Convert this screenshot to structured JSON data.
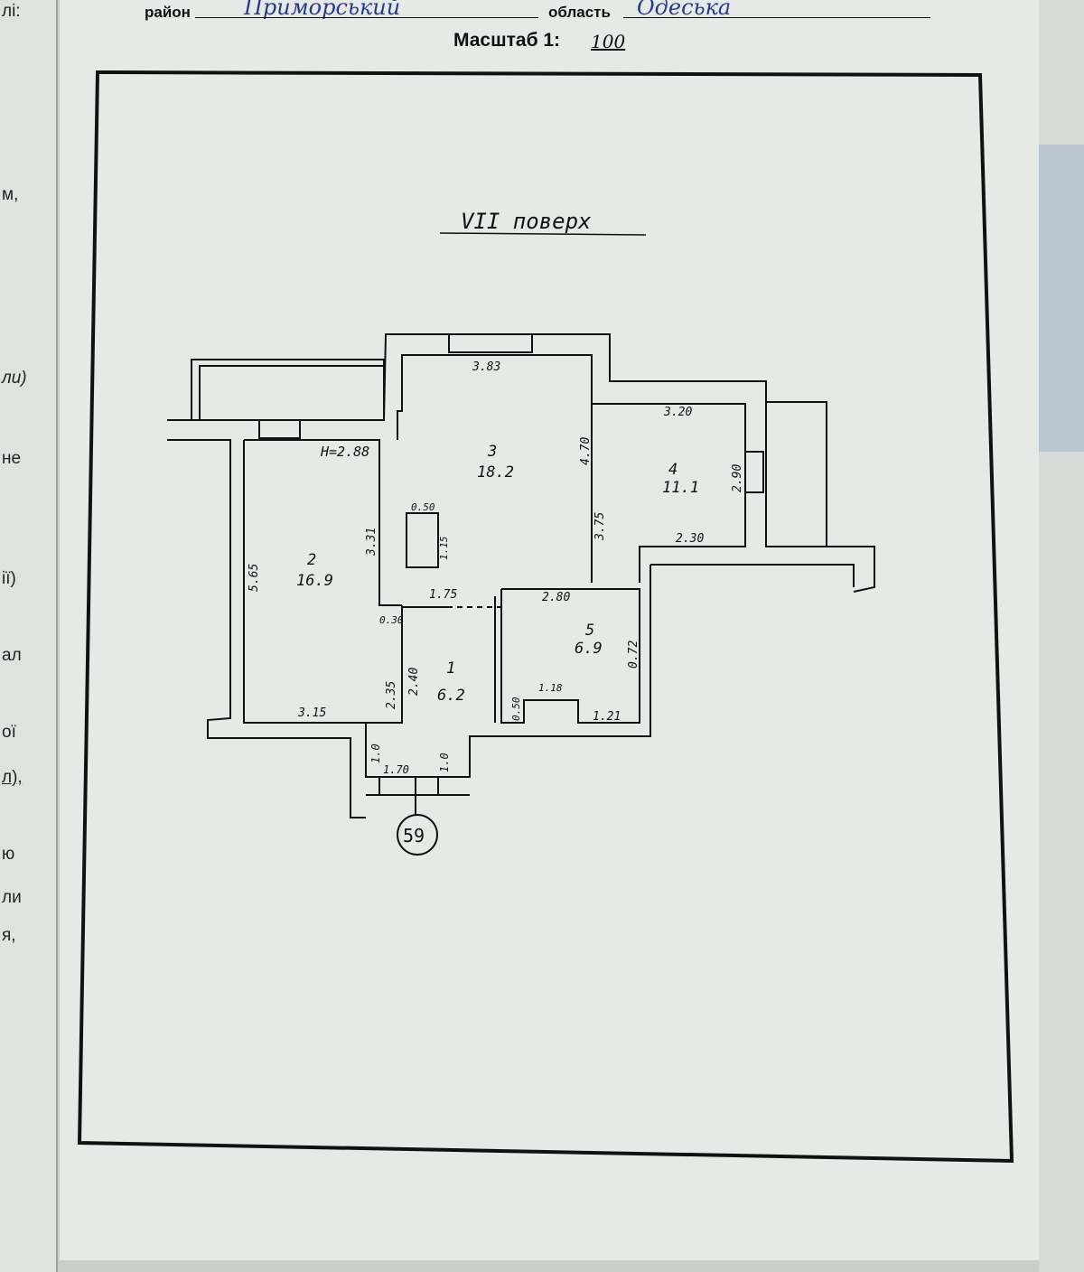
{
  "left_page_fragments": [
    "лі:",
    "м,",
    "ли)",
    "не",
    "ії)",
    "ал",
    "ої",
    "л),",
    "ю",
    "ли",
    "я,"
  ],
  "header": {
    "district_label": "район",
    "district_value": "Приморський",
    "region_label": "область",
    "region_value": "Одеська",
    "scale_label": "Масштаб 1:",
    "scale_value": "100"
  },
  "plan": {
    "floor_title": "VII поверх",
    "ceiling_height": "H=2.88",
    "rooms": [
      {
        "number": "1",
        "area": "6.2"
      },
      {
        "number": "2",
        "area": "16.9"
      },
      {
        "number": "3",
        "area": "18.2"
      },
      {
        "number": "4",
        "area": "11.1"
      },
      {
        "number": "5",
        "area": "6.9"
      }
    ],
    "dimensions": [
      "3.83",
      "3.20",
      "4.70",
      "3.75",
      "2.90",
      "2.30",
      "5.65",
      "3.31",
      "0.50",
      "1.15",
      "1.75",
      "0.30",
      "2.80",
      "2.35",
      "2.40",
      "3.15",
      "1.18",
      "0.50",
      "1.21",
      "0.72",
      "1.0",
      "1.70",
      "1.0"
    ],
    "apartment_number": "59"
  }
}
